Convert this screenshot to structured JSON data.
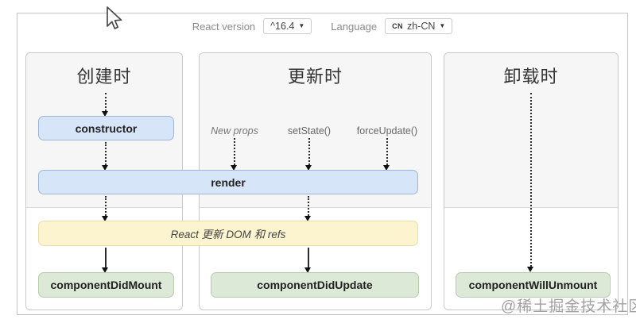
{
  "toolbar": {
    "react_version_label": "React version",
    "react_version_value": "^16.4",
    "language_label": "Language",
    "language_flag": "CN",
    "language_value": "zh-CN",
    "dropdown_arrow": "▼"
  },
  "columns": [
    {
      "title": "创建时"
    },
    {
      "title": "更新时"
    },
    {
      "title": "卸载时"
    }
  ],
  "nodes": {
    "constructor": "constructor",
    "render": "render",
    "react_updates": "React 更新 DOM 和 refs",
    "component_did_mount": "componentDidMount",
    "component_did_update": "componentDidUpdate",
    "component_will_unmount": "componentWillUnmount"
  },
  "update_triggers": [
    "New props",
    "setState()",
    "forceUpdate()"
  ],
  "watermark": "@稀土掘金技术社区",
  "colors": {
    "box_blue": "#d7e5f8",
    "box_blue_border": "#9db6d8",
    "box_yellow": "#fcf3cf",
    "box_yellow_border": "#e9dcab",
    "box_green": "#dbe9d6",
    "box_green_border": "#b7ccb1",
    "panel_gray": "#f6f6f6",
    "arrow": "#2b2b2b"
  }
}
